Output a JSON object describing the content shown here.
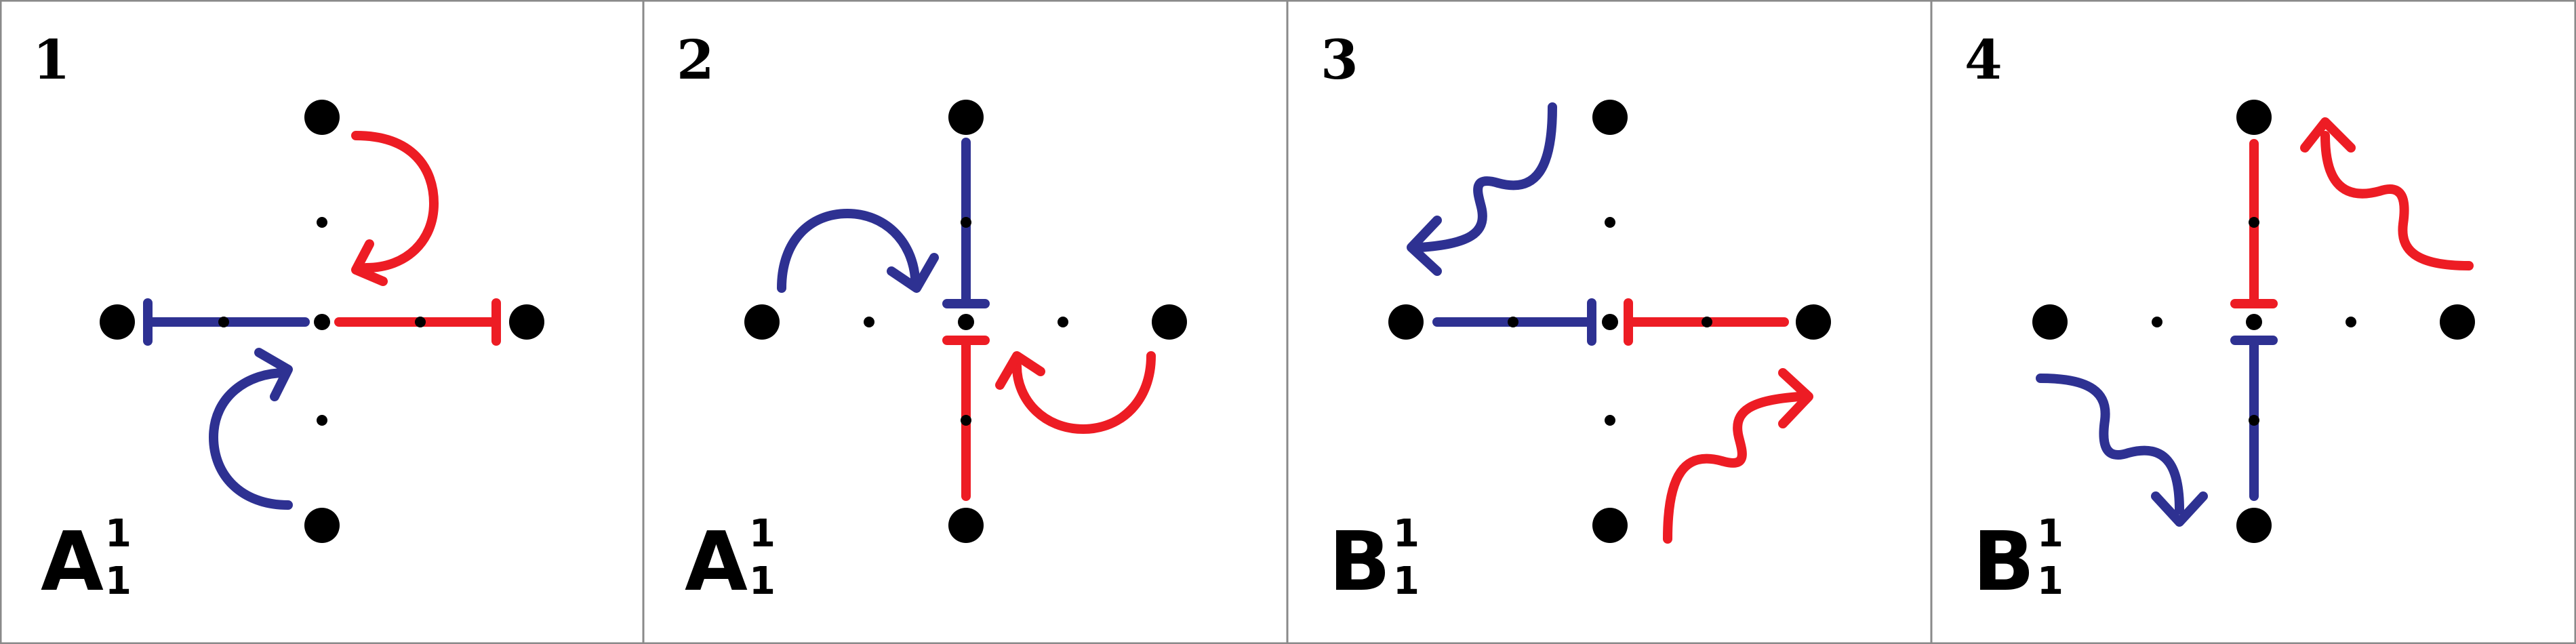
{
  "colors": {
    "blue": "#2e3192",
    "red": "#ed1c24",
    "border": "#8a8a8a",
    "dot": "#000000"
  },
  "panels": [
    {
      "number": "1",
      "label": {
        "main": "A",
        "sup": "1",
        "sub": "1"
      }
    },
    {
      "number": "2",
      "label": {
        "main": "A",
        "sup": "1",
        "sub": "1"
      }
    },
    {
      "number": "3",
      "label": {
        "main": "B",
        "sup": "1",
        "sub": "1"
      }
    },
    {
      "number": "4",
      "label": {
        "main": "B",
        "sup": "1",
        "sub": "1"
      }
    }
  ]
}
